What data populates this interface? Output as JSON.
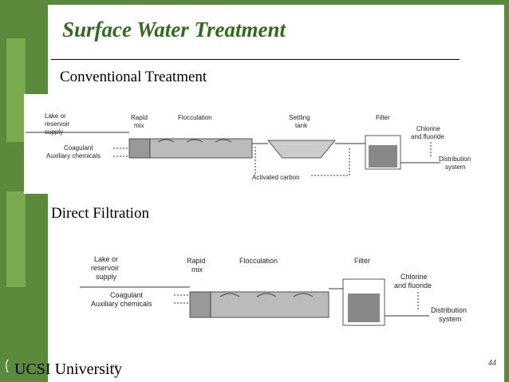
{
  "slide": {
    "title": "Surface Water Treatment",
    "subtitle": "Conventional Treatment",
    "subtitle2": "Direct Filtration",
    "page_number": "44",
    "logo": "UCSI University",
    "trademark": "™"
  },
  "diagram_conventional": {
    "inputs": [
      "Lake or",
      "reservoir",
      "supply"
    ],
    "chemicals": [
      "Coagulant",
      "Auxiliary chemicals"
    ],
    "stage_rapid_mix": [
      "Rapid",
      "mix"
    ],
    "stage_flocculation": "Flocculation",
    "stage_settling": [
      "Settling",
      "tank"
    ],
    "stage_filter": "Filter",
    "disinfect": [
      "Chlorine",
      "and fluoride"
    ],
    "output": [
      "Distribution",
      "system"
    ],
    "activated_carbon": "Activated carbon"
  },
  "diagram_direct": {
    "inputs": [
      "Lake or",
      "reservoir",
      "supply"
    ],
    "chemicals": [
      "Coagulant",
      "Auxiliary chemicals"
    ],
    "stage_rapid_mix": [
      "Rapid",
      "mix"
    ],
    "stage_flocculation": "Flocculation",
    "stage_filter": "Filter",
    "disinfect": [
      "Chlorine",
      "and fluoride"
    ],
    "output": [
      "Distribution",
      "system"
    ]
  },
  "colors": {
    "green_dark": "#5b8a3c",
    "green_light": "#7aaa4f",
    "title": "#2f6b1c"
  }
}
